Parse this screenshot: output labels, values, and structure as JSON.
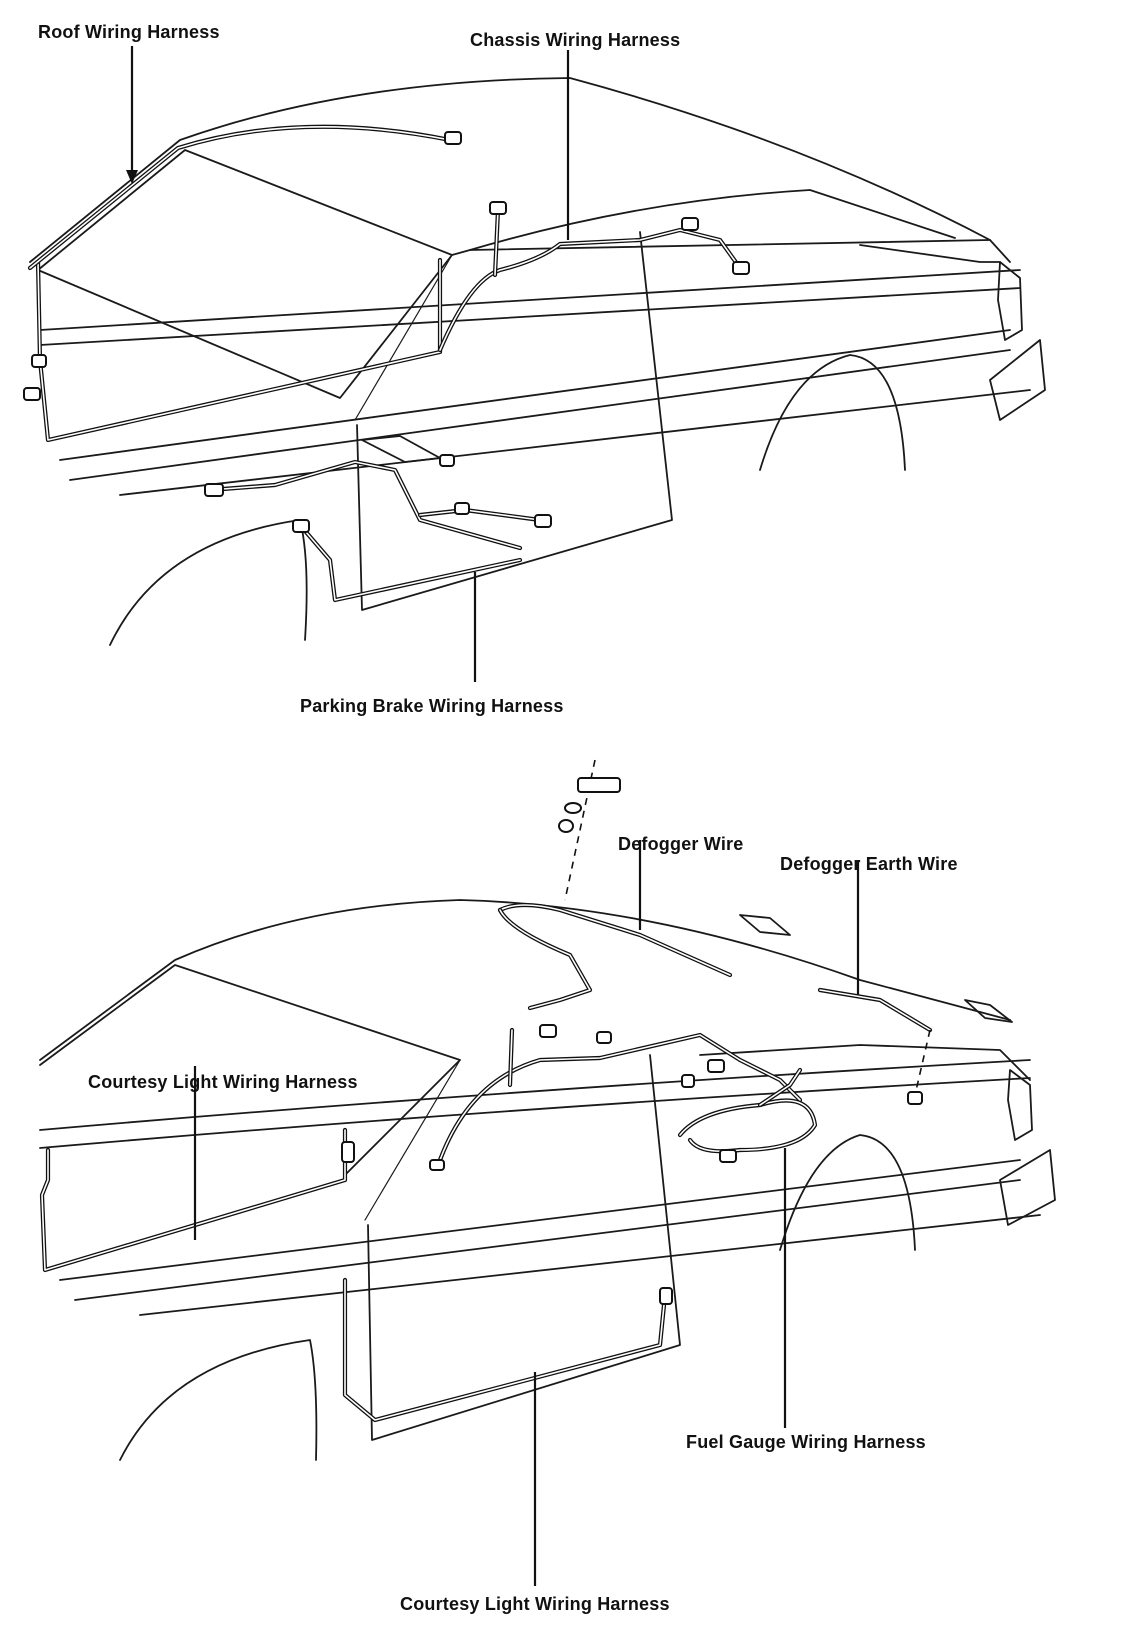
{
  "labels": {
    "roof": "Roof Wiring Harness",
    "chassis": "Chassis Wiring Harness",
    "parking_brake": "Parking Brake Wiring Harness",
    "defogger": "Defogger Wire",
    "defogger_earth": "Defogger Earth Wire",
    "courtesy_upper": "Courtesy Light Wiring Harness",
    "fuel_gauge": "Fuel Gauge Wiring Harness",
    "courtesy_lower": "Courtesy Light Wiring Harness"
  }
}
